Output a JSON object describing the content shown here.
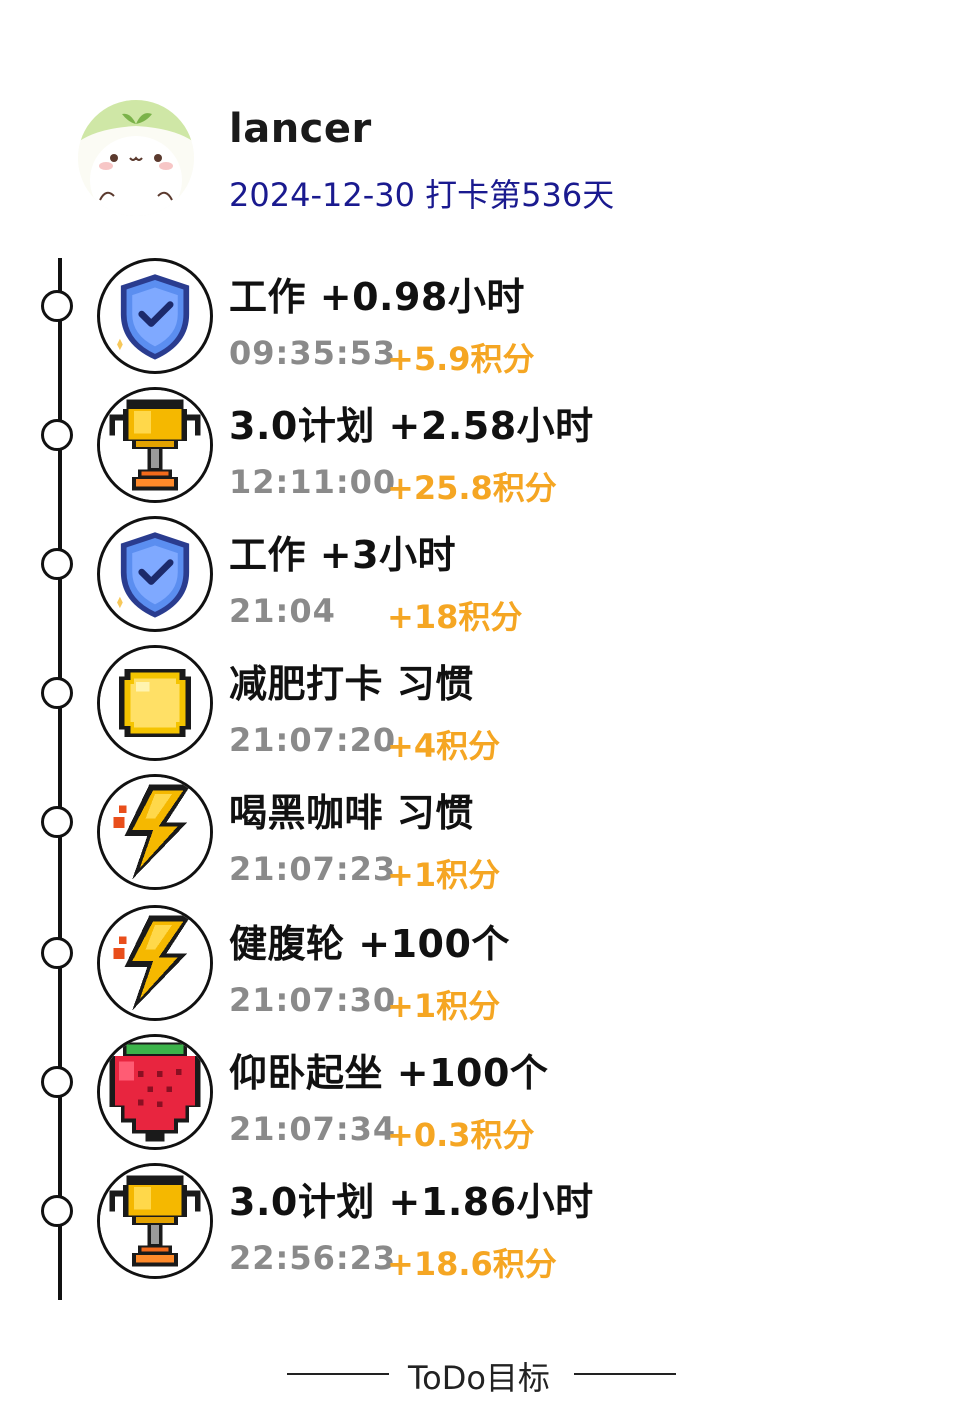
{
  "profile": {
    "username": "lancer",
    "checkin_text": "2024-12-30 打卡第536天",
    "avatar_icon": "sprout-mochi-avatar"
  },
  "entries": [
    {
      "title": "工作 +0.98小时",
      "time": "09:35:53",
      "points": "+5.9积分",
      "icon": "shield-check-icon"
    },
    {
      "title": "3.0计划 +2.58小时",
      "time": "12:11:00",
      "points": "+25.8积分",
      "icon": "trophy-icon"
    },
    {
      "title": "工作 +3小时",
      "time": "21:04",
      "points": "+18积分",
      "icon": "shield-check-icon"
    },
    {
      "title": "减肥打卡 习惯",
      "time": "21:07:20",
      "points": "+4积分",
      "icon": "coin-icon"
    },
    {
      "title": "喝黑咖啡 习惯",
      "time": "21:07:23",
      "points": "+1积分",
      "icon": "lightning-icon"
    },
    {
      "title": "健腹轮 +100个",
      "time": "21:07:30",
      "points": "+1积分",
      "icon": "lightning-icon"
    },
    {
      "title": "仰卧起坐 +100个",
      "time": "21:07:34",
      "points": "+0.3积分",
      "icon": "strawberry-icon"
    },
    {
      "title": "3.0计划 +1.86小时",
      "time": "22:56:23",
      "points": "+18.6积分",
      "icon": "trophy-icon"
    }
  ],
  "footer": {
    "label": "ToDo目标"
  },
  "colors": {
    "title": "#111111",
    "time": "#8a8a8a",
    "points": "#f5a623",
    "checkin": "#1a1a8f",
    "timeline": "#111111"
  }
}
